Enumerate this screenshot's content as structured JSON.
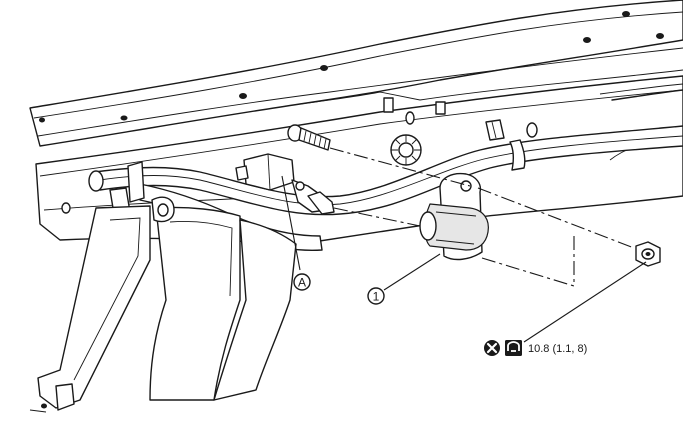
{
  "callouts": {
    "part_1": "1",
    "part_A": "A"
  },
  "torque": {
    "value": "10.8 (1.1, 8)",
    "icons": [
      "do-not-reuse-icon",
      "torque-wrench-icon"
    ]
  },
  "colors": {
    "line": "#1a1a1a",
    "background": "#ffffff"
  }
}
